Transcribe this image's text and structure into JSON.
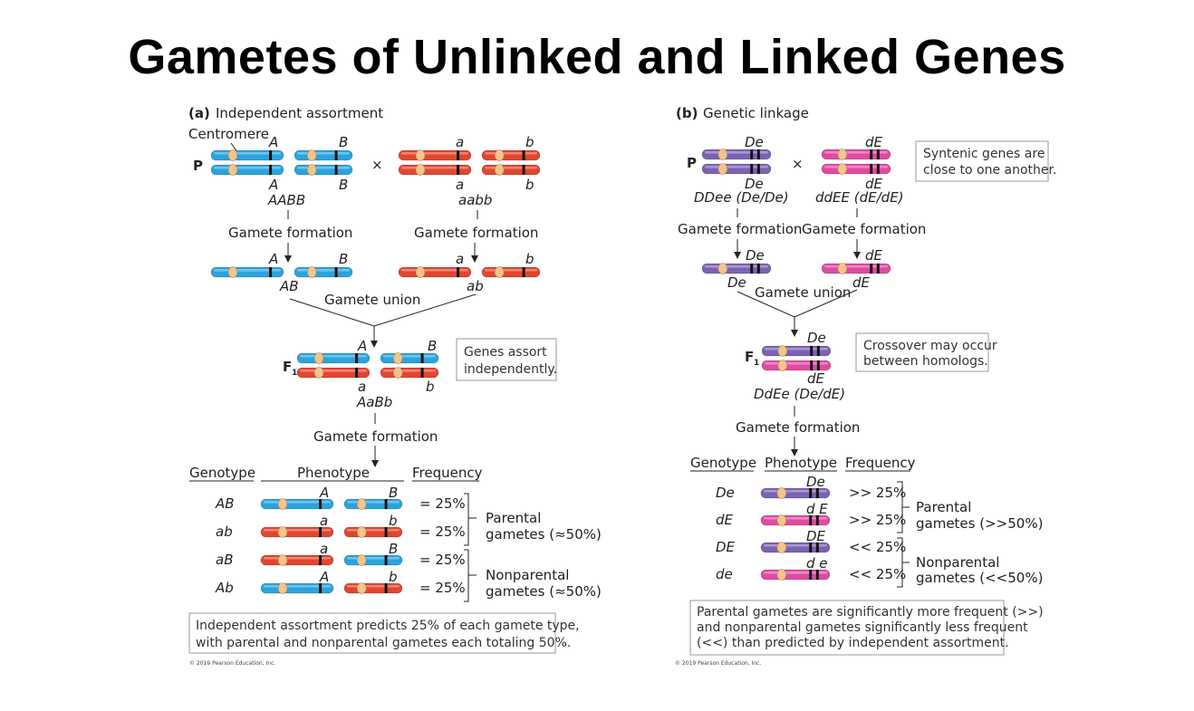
{
  "title": "Gametes of Unlinked and Linked Genes",
  "colors": {
    "blue": "#2aa3dc",
    "red": "#e2452e",
    "purple": "#7b62b3",
    "pink": "#e04aa2",
    "centromere": "#f2c58a",
    "band": "#111111"
  },
  "panel_a": {
    "letter": "(a)",
    "heading": "Independent assortment",
    "centromere_label": "Centromere",
    "p_label": "P",
    "cross": "×",
    "A": "A",
    "B": "B",
    "a": "a",
    "b": "b",
    "AABB": "AABB",
    "aabb": "aabb",
    "gamete_formation": "Gamete formation",
    "AB": "AB",
    "ab": "ab",
    "gamete_union": "Gamete union",
    "f1_label": "F",
    "f1_sub": "1",
    "AaBb": "AaBb",
    "note": [
      "Genes assort",
      "independently."
    ],
    "col_genotype": "Genotype",
    "col_phenotype": "Phenotype",
    "col_frequency": "Frequency",
    "rows": [
      {
        "genotype": "AB",
        "freq": "= 25%",
        "l1": "A",
        "l2": "B"
      },
      {
        "genotype": "ab",
        "freq": "= 25%",
        "l1": "a",
        "l2": "b"
      },
      {
        "genotype": "aB",
        "freq": "= 25%",
        "l1": "a",
        "l2": "B"
      },
      {
        "genotype": "Ab",
        "freq": "= 25%",
        "l1": "A",
        "l2": "b"
      }
    ],
    "parental": [
      "Parental",
      "gametes (≈50%)"
    ],
    "nonparental": [
      "Nonparental",
      "gametes (≈50%)"
    ],
    "summary": [
      "Independent assortment predicts 25% of each gamete type,",
      "with parental and nonparental gametes each totaling 50%."
    ],
    "copyright": "© 2019 Pearson Education, Inc."
  },
  "panel_b": {
    "letter": "(b)",
    "heading": "Genetic linkage",
    "p_label": "P",
    "cross": "×",
    "De": "De",
    "dE": "dE",
    "DDee": "DDee (De/De)",
    "ddEE": "ddEE (dE/dE)",
    "gamete_formation": "Gamete formation",
    "gamete_union": "Gamete union",
    "note_top": [
      "Syntenic genes are",
      "close to one another."
    ],
    "f1_label": "F",
    "f1_sub": "1",
    "DdEe": "DdEe (De/dE)",
    "note_mid": [
      "Crossover may occur",
      "between homologs."
    ],
    "col_genotype": "Genotype",
    "col_phenotype": "Phenotype",
    "col_frequency": "Frequency",
    "rows": [
      {
        "genotype": "De",
        "freq": ">> 25%",
        "lab": "De"
      },
      {
        "genotype": "dE",
        "freq": ">> 25%",
        "lab": "d E"
      },
      {
        "genotype": "DE",
        "freq": "<< 25%",
        "lab": "DE"
      },
      {
        "genotype": "de",
        "freq": "<< 25%",
        "lab": "d e"
      }
    ],
    "parental": [
      "Parental",
      "gametes (>>50%)"
    ],
    "nonparental": [
      "Nonparental",
      "gametes (<<50%)"
    ],
    "summary": [
      "Parental gametes are significantly more frequent (>>)",
      "and nonparental gametes significantly less frequent",
      "(<<) than predicted by independent assortment."
    ],
    "copyright": "© 2019 Pearson Education, Inc."
  }
}
